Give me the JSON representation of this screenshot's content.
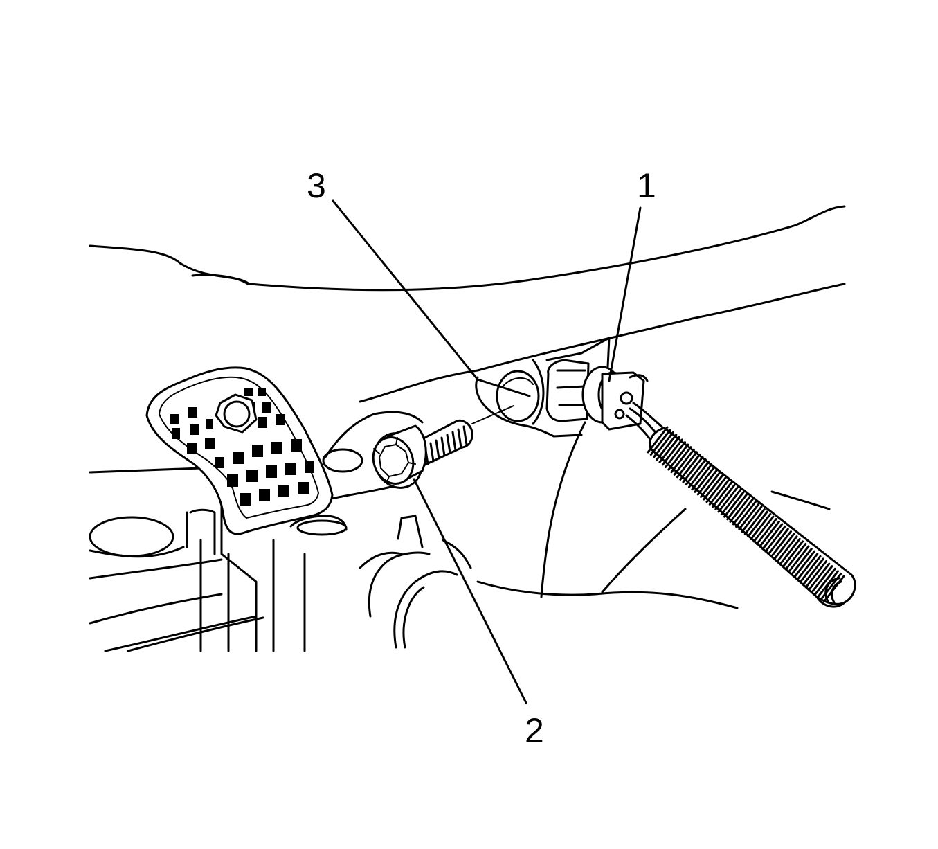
{
  "colors": {
    "line": "#000000",
    "background": "#ffffff"
  },
  "callouts": [
    {
      "id": "1",
      "text": "1"
    },
    {
      "id": "2",
      "text": "2"
    },
    {
      "id": "3",
      "text": "3"
    }
  ]
}
